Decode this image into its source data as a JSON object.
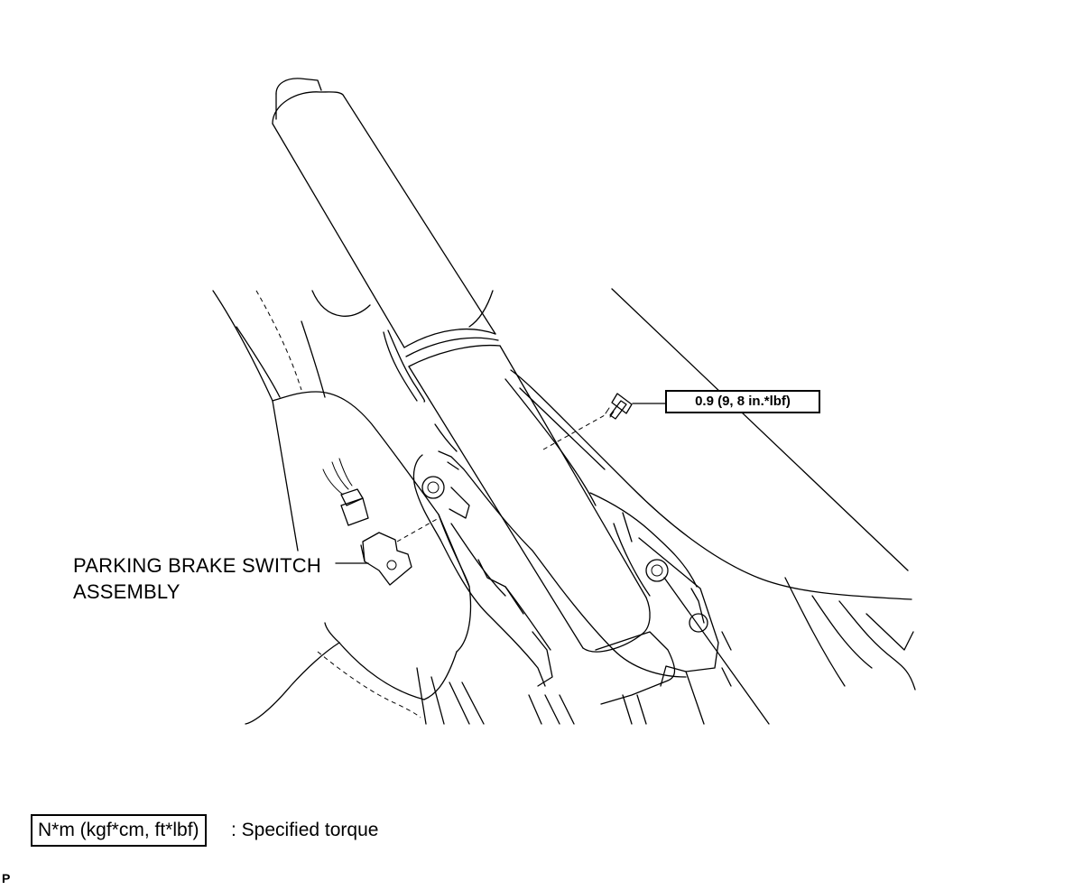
{
  "part_label": {
    "line1": "PARKING BRAKE SWITCH",
    "line2": "ASSEMBLY"
  },
  "torque_callout": "0.9 (9, 8 in.*lbf)",
  "legend": {
    "box_text": "N*m (kgf*cm, ft*lbf)",
    "description": ": Specified torque"
  },
  "corner_mark": "P"
}
